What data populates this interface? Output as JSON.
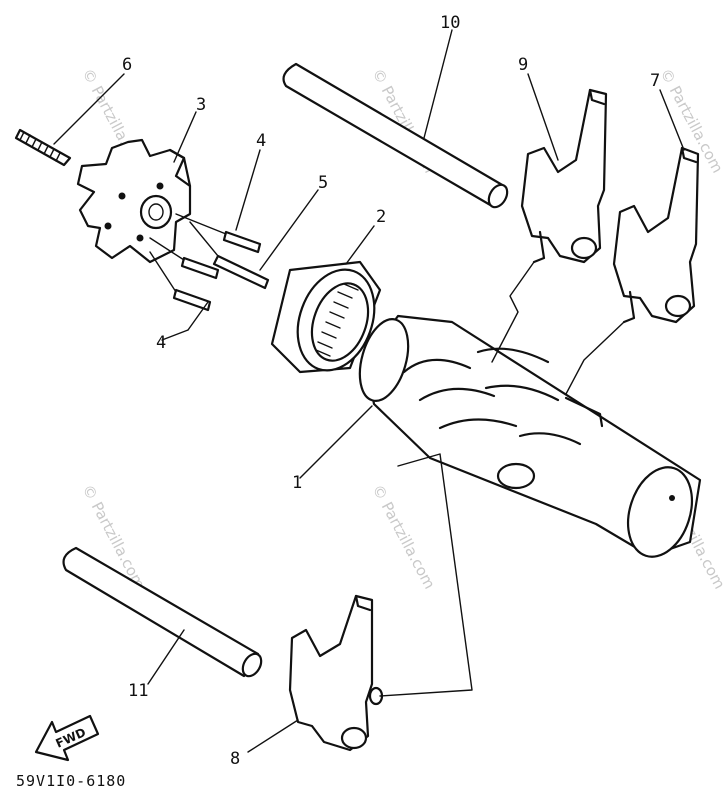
{
  "diagram": {
    "callouts": [
      "1",
      "2",
      "3",
      "4",
      "4",
      "5",
      "6",
      "7",
      "8",
      "9",
      "10",
      "11"
    ],
    "part_code": "59V1I0-6180",
    "fwd_label": "FWD",
    "watermark": "© Partzilla.com",
    "colors": {
      "ink": "#111111",
      "watermark": "#c9c9c9",
      "background": "#ffffff"
    }
  }
}
